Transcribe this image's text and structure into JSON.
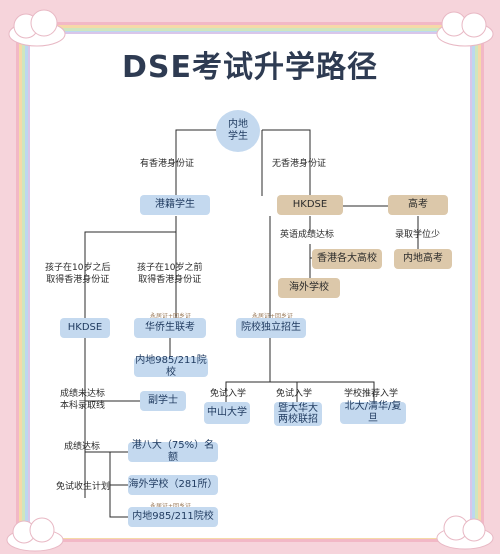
{
  "title": "DSE考试升学路径",
  "root": "内地\n学生",
  "branches": {
    "left_label": "有香港身份证",
    "right_label": "无香港身份证"
  },
  "nodes": {
    "hk_student": "港籍学生",
    "hkdse_right": "HKDSE",
    "gaokao": "高考",
    "english_pass": "英语成绩达标",
    "hk_universities": "香港各大高校",
    "admission_low": "录取学位少",
    "mainland_gaokao": "内地高考",
    "overseas_school": "海外学校",
    "after10": "孩子在10岁之后\n取得香港身份证",
    "before10": "孩子在10岁之前\n取得香港身份证",
    "hkdse_left": "HKDSE",
    "overseas_chinese_exam": "华侨生联考",
    "independent_admission": "院校独立招生",
    "tag_stay": "永居证+回乡证",
    "mainland_985_211": "内地985/211院校",
    "fail_label": "成绩未达标\n本科录取线",
    "associate_degree": "副学士",
    "exempt_entry_1": "免试入学",
    "exempt_entry_2": "免试入学",
    "school_recommend": "学校推荐入学",
    "sysu": "中山大学",
    "jinan_huaqiao": "暨大华大\n两校联招",
    "pku_thu_fudan": "北大/清华/复旦",
    "pass_label": "成绩达标",
    "exempt_plan": "免试收生计划",
    "hk_big8": "港八大（75%）名额",
    "overseas_281": "海外学校（281所）",
    "mainland_985_211_b": "内地985/211院校"
  },
  "colors": {
    "blue_box": "#c4d9ef",
    "tan_box": "#dcc8aa",
    "title": "#2e3b52",
    "background": "#f6d4db"
  }
}
